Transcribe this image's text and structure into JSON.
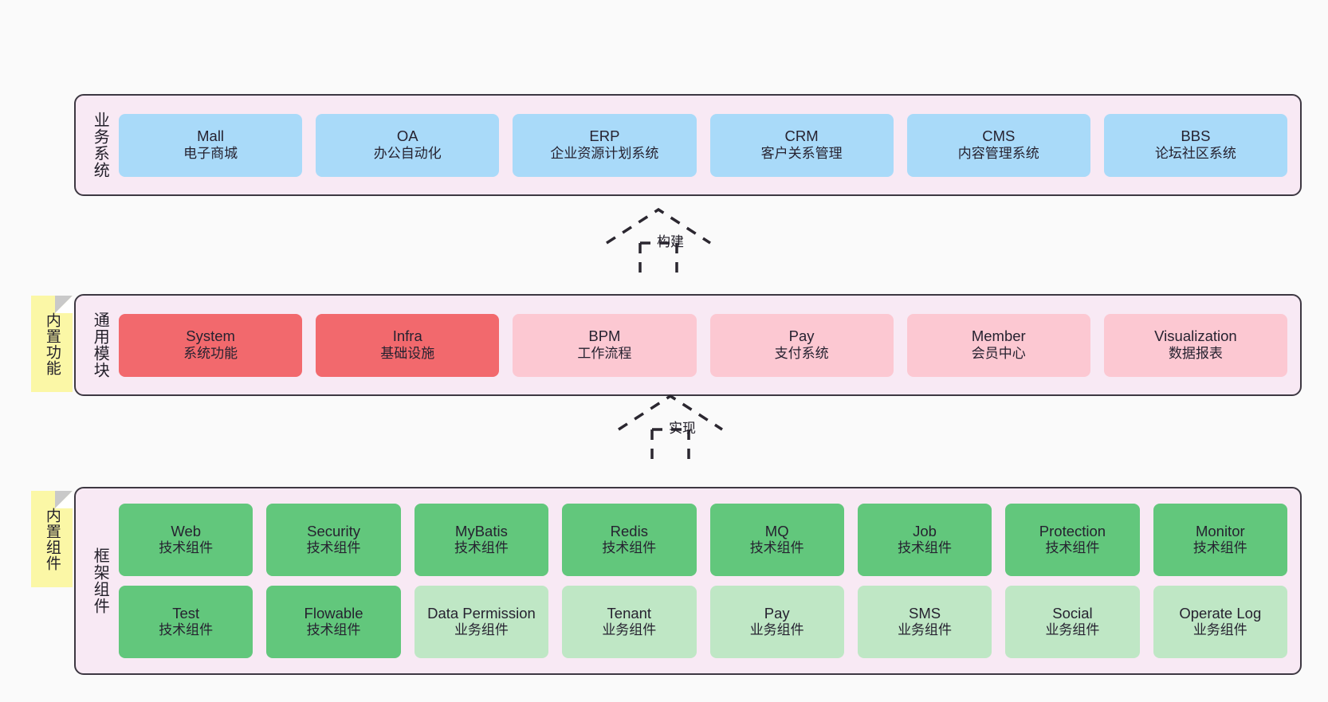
{
  "diagram": {
    "background_color": "#fafafa",
    "panel_background": "#f8e9f4",
    "panel_border": "#3d3842"
  },
  "panels": {
    "business": {
      "title": "业务系统",
      "accent": "#a9daf9",
      "items": [
        {
          "name": "Mall",
          "sub": "电子商城",
          "color": "#a9daf9"
        },
        {
          "name": "OA",
          "sub": "办公自动化",
          "color": "#a9daf9"
        },
        {
          "name": "ERP",
          "sub": "企业资源计划系统",
          "color": "#a9daf9"
        },
        {
          "name": "CRM",
          "sub": "客户关系管理",
          "color": "#a9daf9"
        },
        {
          "name": "CMS",
          "sub": "内容管理系统",
          "color": "#a9daf9"
        },
        {
          "name": "BBS",
          "sub": "论坛社区系统",
          "color": "#a9daf9"
        }
      ]
    },
    "common": {
      "title": "通用模块",
      "sticky_label": "内置功能",
      "sticky_color": "#fbf7a6",
      "items": [
        {
          "name": "System",
          "sub": "系统功能",
          "color": "#f2696d"
        },
        {
          "name": "Infra",
          "sub": "基础设施",
          "color": "#f2696d"
        },
        {
          "name": "BPM",
          "sub": "工作流程",
          "color": "#fcc8d2"
        },
        {
          "name": "Pay",
          "sub": "支付系统",
          "color": "#fcc8d2"
        },
        {
          "name": "Member",
          "sub": "会员中心",
          "color": "#fcc8d2"
        },
        {
          "name": "Visualization",
          "sub": "数据报表",
          "color": "#fcc8d2"
        }
      ]
    },
    "framework": {
      "title": "框架组件",
      "sticky_label": "内置组件",
      "sticky_color": "#fbf7a6",
      "row1": [
        {
          "name": "Web",
          "sub": "技术组件",
          "color": "#62c77c"
        },
        {
          "name": "Security",
          "sub": "技术组件",
          "color": "#62c77c"
        },
        {
          "name": "MyBatis",
          "sub": "技术组件",
          "color": "#62c77c"
        },
        {
          "name": "Redis",
          "sub": "技术组件",
          "color": "#62c77c"
        },
        {
          "name": "MQ",
          "sub": "技术组件",
          "color": "#62c77c"
        },
        {
          "name": "Job",
          "sub": "技术组件",
          "color": "#62c77c"
        },
        {
          "name": "Protection",
          "sub": "技术组件",
          "color": "#62c77c"
        },
        {
          "name": "Monitor",
          "sub": "技术组件",
          "color": "#62c77c"
        }
      ],
      "row2": [
        {
          "name": "Test",
          "sub": "技术组件",
          "color": "#62c77c"
        },
        {
          "name": "Flowable",
          "sub": "技术组件",
          "color": "#62c77c"
        },
        {
          "name": "Data Permission",
          "sub": "业务组件",
          "color": "#bfe7c5"
        },
        {
          "name": "Tenant",
          "sub": "业务组件",
          "color": "#bfe7c5"
        },
        {
          "name": "Pay",
          "sub": "业务组件",
          "color": "#bfe7c5"
        },
        {
          "name": "SMS",
          "sub": "业务组件",
          "color": "#bfe7c5"
        },
        {
          "name": "Social",
          "sub": "业务组件",
          "color": "#bfe7c5"
        },
        {
          "name": "Operate Log",
          "sub": "业务组件",
          "color": "#bfe7c5"
        }
      ]
    }
  },
  "connectors": [
    {
      "id": "build",
      "label": "构建",
      "direction": "up",
      "style": "dashed-hollow-arrow"
    },
    {
      "id": "realize",
      "label": "实现",
      "direction": "up",
      "style": "dashed-hollow-arrow"
    }
  ]
}
